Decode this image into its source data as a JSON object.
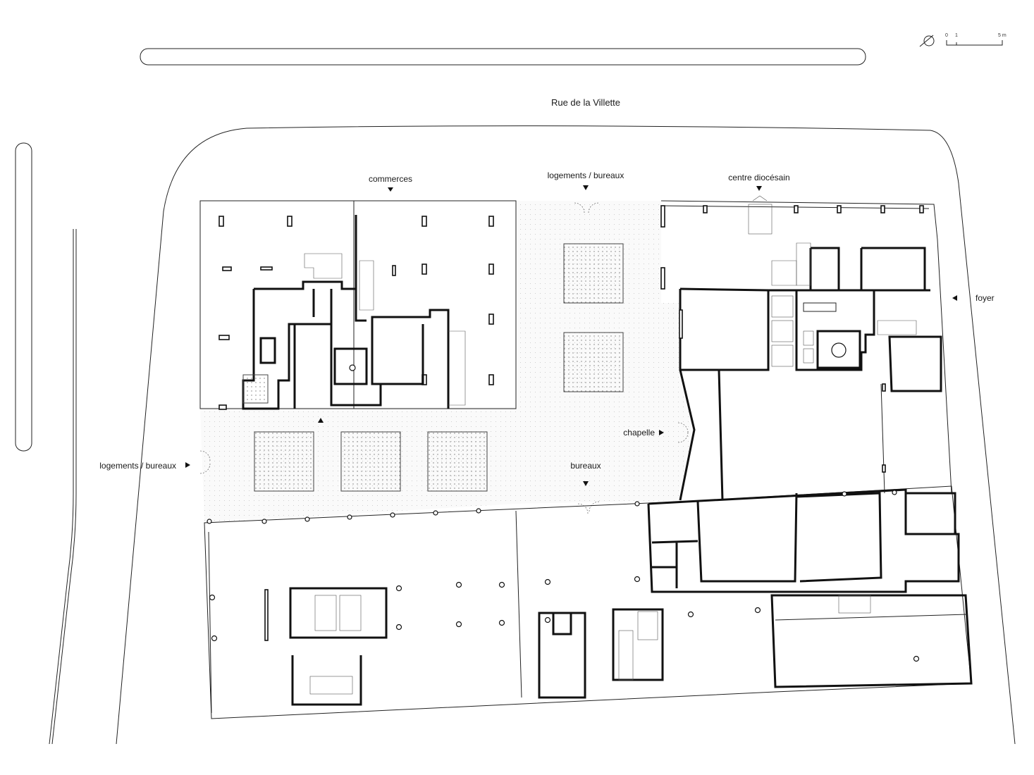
{
  "street": {
    "name": "Rue de la Villette"
  },
  "labels": {
    "commerces": "commerces",
    "logements_top": "logements / bureaux",
    "centre": "centre diocésain",
    "foyer": "foyer",
    "chapelle": "chapelle",
    "logements_left": "logements / bureaux",
    "bureaux": "bureaux"
  },
  "scale_bar": {
    "zero": "0",
    "one": "1",
    "five": "5 m"
  },
  "colors": {
    "line": "#111111",
    "background": "#ffffff"
  }
}
